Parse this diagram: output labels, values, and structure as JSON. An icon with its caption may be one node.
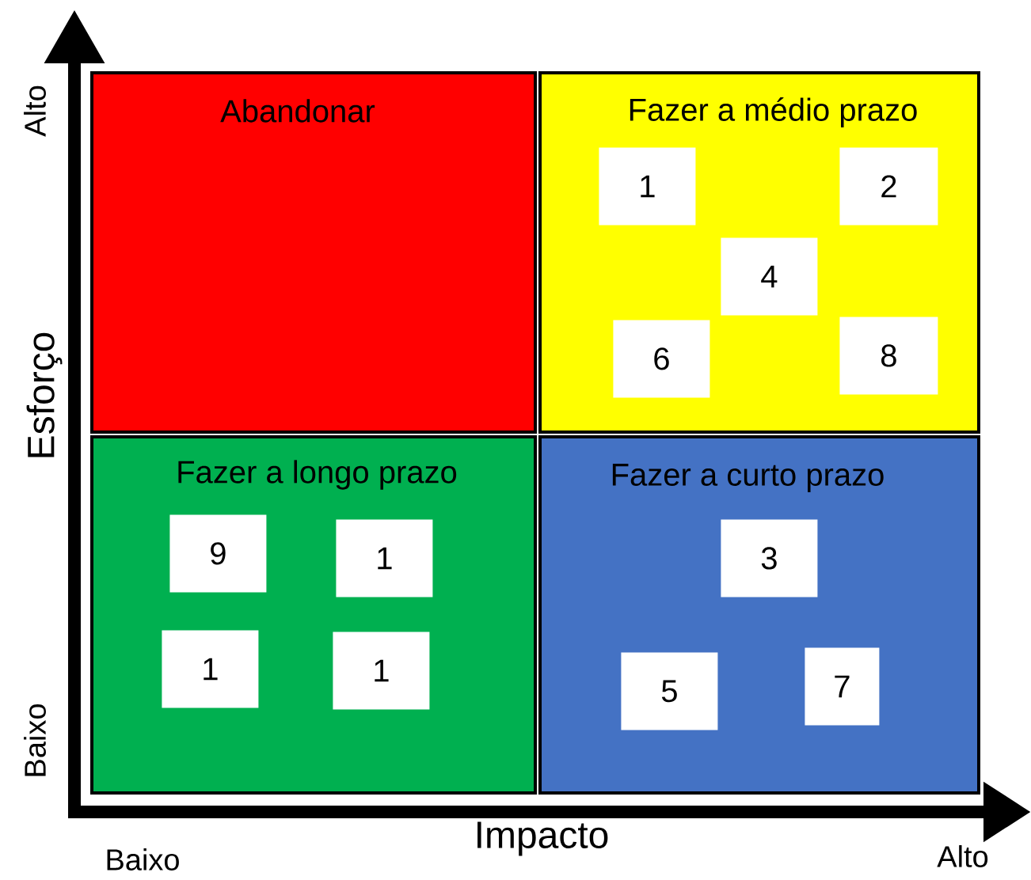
{
  "diagram": {
    "nodes": [
      {
        "text": [
          "Abandonar"
        ]
      },
      {
        "text": [
          "Fazer a médio prazo"
        ]
      },
      {
        "text": [
          "1"
        ],
        "in": 1
      },
      {
        "text": [
          "2"
        ],
        "in": 1
      },
      {
        "text": [
          "4"
        ],
        "in": 1
      },
      {
        "text": [
          "6"
        ],
        "in": 1
      },
      {
        "text": [
          "8"
        ],
        "in": 1
      },
      {
        "text": [
          "Fazer a longo prazo"
        ]
      },
      {
        "text": [
          "9"
        ],
        "in": 7
      },
      {
        "text": [
          "1"
        ],
        "in": 7
      },
      {
        "text": [
          "1"
        ],
        "in": 7
      },
      {
        "text": [
          "1"
        ],
        "in": 7
      },
      {
        "text": [
          "Fazer a curto prazo"
        ]
      },
      {
        "text": [
          "3"
        ],
        "in": 12
      },
      {
        "text": [
          "5"
        ],
        "in": 12
      },
      {
        "text": [
          "7"
        ],
        "in": 12
      }
    ],
    "labels": [
      "Alto",
      "Esforço",
      "Baixo",
      "Impacto",
      "Baixo",
      "Alto"
    ]
  }
}
